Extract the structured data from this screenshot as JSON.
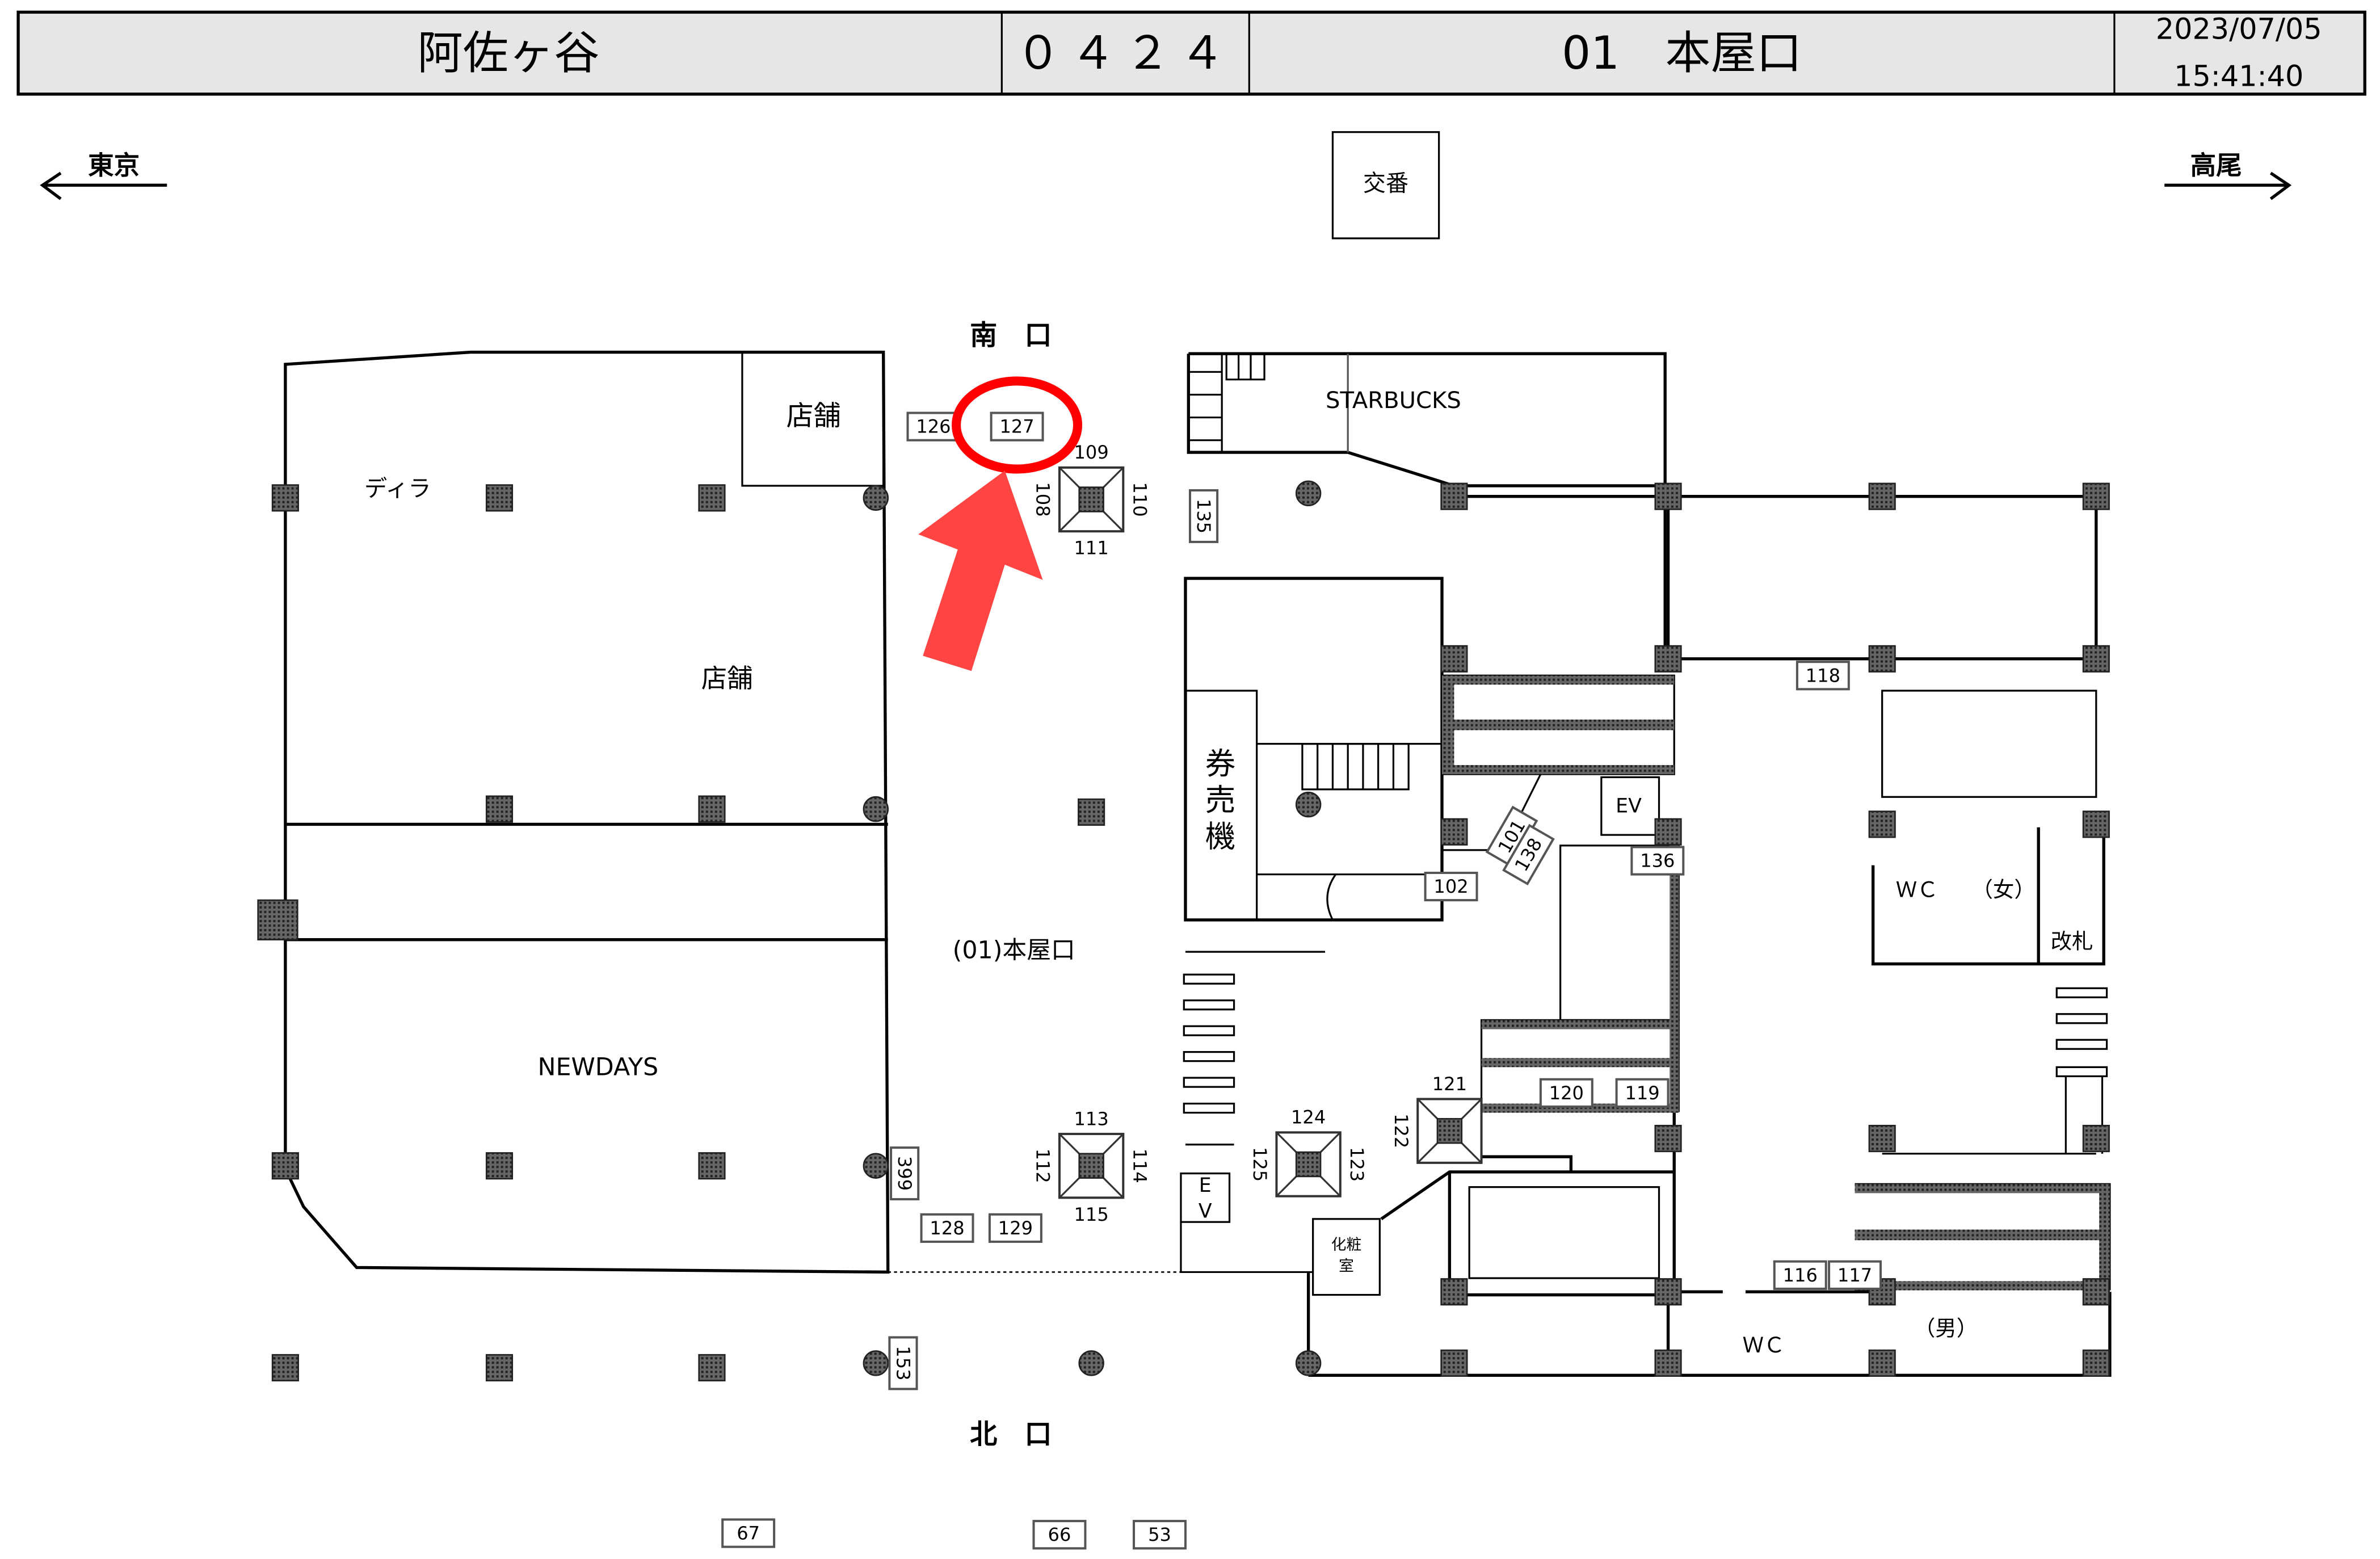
{
  "header": {
    "station": "阿佐ヶ谷",
    "code": "０４２４",
    "exit": "01　本屋口",
    "date": "2023/07/05",
    "time": "15:41:40"
  },
  "directions": {
    "left": "東京",
    "right": "高尾"
  },
  "labels": {
    "koban": "交番",
    "south_exit": "南　口",
    "north_exit": "北　口",
    "shop_top": "店舗",
    "shop_mid": "店舗",
    "dila": "ディラ",
    "newdays": "NEWDAYS",
    "starbucks": "STARBUCKS",
    "ticket_1": "券",
    "ticket_2": "売",
    "ticket_3": "機",
    "ev_upper": "EV",
    "ev_lower_1": "E",
    "ev_lower_2": "V",
    "current_exit": "(01)本屋口",
    "wc_female": "ＷＣ",
    "female": "（女）",
    "gate": "改札",
    "wc_male": "ＷＣ",
    "male": "（男）",
    "powder_room_1": "化粧",
    "powder_room_2": "室"
  },
  "tags": [
    "126",
    "127",
    "135",
    "118",
    "102",
    "101",
    "138",
    "136",
    "120",
    "119",
    "116",
    "117",
    "399",
    "128",
    "129",
    "153",
    "67",
    "66",
    "53"
  ],
  "escalator_labels": [
    "109",
    "111",
    "108",
    "110",
    "113",
    "115",
    "112",
    "114",
    "124",
    "125",
    "123",
    "121",
    "122"
  ],
  "highlight": {
    "tag": "127",
    "color": "#ff0000",
    "arrow_color": "#ff4444"
  },
  "colors": {
    "header_bg": "#e6e6e6"
  }
}
